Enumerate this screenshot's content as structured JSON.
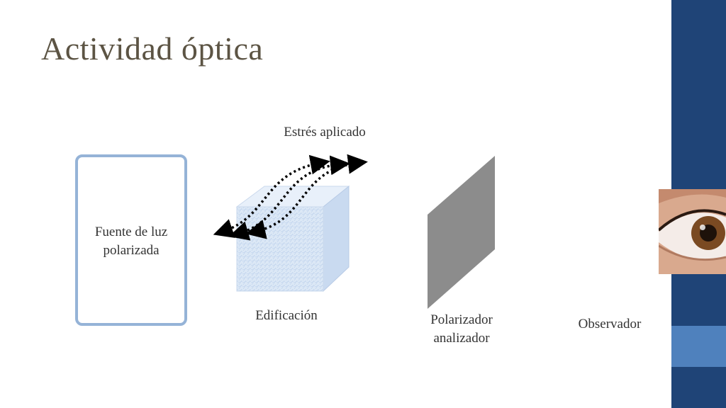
{
  "slide": {
    "title": "Actividad óptica"
  },
  "labels": {
    "source": "Fuente de luz polarizada",
    "stress": "Estrés aplicado",
    "building": "Edificación",
    "polarizer": "Polarizador analizador",
    "observer": "Observador"
  },
  "colors": {
    "title": "#5c5444",
    "bar_dark": "#1f4477",
    "bar_light": "#4f81bd",
    "source_border": "#95b3d7",
    "polarizer": "#8c8c8c"
  },
  "icons": {
    "eye": "eye-photo",
    "cube": "cube-block"
  }
}
